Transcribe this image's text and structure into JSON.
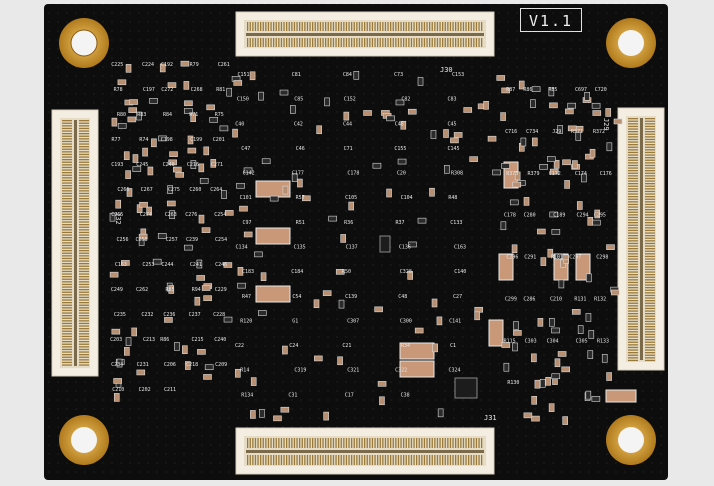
{
  "board": {
    "version_label": "V1.1",
    "connectors": [
      "J30",
      "J31",
      "J32",
      "J29"
    ],
    "silkscreen": {
      "top_left": [
        "C225",
        "C224",
        "C192",
        "R79",
        "C261",
        "R78",
        "C197",
        "C272",
        "C268",
        "R81",
        "R80",
        "R83",
        "R84",
        "R71",
        "R75",
        "R77",
        "R74",
        "C198",
        "C199",
        "C201",
        "C193",
        "C245",
        "C240",
        "C216",
        "C271",
        "C266",
        "C267",
        "C275",
        "C260",
        "C264",
        "C265",
        "C274",
        "C263",
        "C276",
        "C254",
        "C256",
        "C258",
        "C257",
        "C239",
        "C254",
        "C163",
        "C253",
        "C244",
        "C241",
        "C246",
        "C249",
        "C262",
        "R85",
        "R94",
        "C229",
        "C235",
        "C232",
        "C236",
        "C237",
        "C228",
        "C203",
        "C213",
        "R86",
        "C215",
        "C240",
        "C234",
        "C231",
        "C206",
        "C218",
        "C209",
        "C210",
        "C202",
        "C211"
      ],
      "center": [
        "C151",
        "C81",
        "C84",
        "C73",
        "C153",
        "C150",
        "C85",
        "C152",
        "C82",
        "C83",
        "C40",
        "C42",
        "C44",
        "C48",
        "C45",
        "C47",
        "C46",
        "C71",
        "C155",
        "C145",
        "C142",
        "C177",
        "C178",
        "C20",
        "R308",
        "C101",
        "R57",
        "C105",
        "C104",
        "R48",
        "C97",
        "R51",
        "R36",
        "R37",
        "C133",
        "C134",
        "C135",
        "C137",
        "C136",
        "C163",
        "C183",
        "C184",
        "R50",
        "C328",
        "C140",
        "R47",
        "C54",
        "C139",
        "C48",
        "C27",
        "R120",
        "G1",
        "C307",
        "C300",
        "C141",
        "C22",
        "C24",
        "C21",
        "R34",
        "C1",
        "R14",
        "C319",
        "C321",
        "C322",
        "C324",
        "R134",
        "C31",
        "C17",
        "C38"
      ],
      "right": [
        "R87",
        "R86",
        "R85",
        "C697",
        "C720",
        "C716",
        "C734",
        "J29",
        "R371",
        "R372",
        "R373",
        "R379",
        "C172",
        "C174",
        "C176",
        "C178",
        "C280",
        "C189",
        "C294",
        "C295",
        "C296",
        "C291",
        "R101",
        "C297",
        "C298",
        "C299",
        "C286",
        "C210",
        "R131",
        "R132",
        "R115",
        "C303",
        "C304",
        "C305",
        "R133",
        "R130"
      ]
    }
  }
}
